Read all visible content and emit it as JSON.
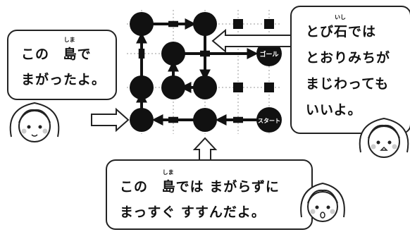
{
  "bubbles": {
    "left": {
      "line1_a": "この",
      "line1_kanji": "島",
      "line1_b": "で",
      "line1_ruby": "しま",
      "line2": "まがったよ。"
    },
    "right": {
      "line1_a": "とび",
      "line1_kanji": "石",
      "line1_b": "では",
      "line1_ruby": "いし",
      "line2": "とおりみちが",
      "line3": "まじわっても",
      "line4": "いいよ。"
    },
    "bottom": {
      "line1_a": "この",
      "line1_kanji": "島",
      "line1_b": "では まがらずに",
      "line1_ruby": "しま",
      "line2": "まっすぐ すすんだよ。"
    }
  },
  "board": {
    "goal_label": "ゴール",
    "start_label": "スタート"
  },
  "colors": {
    "ink": "#111111",
    "grid": "#999999",
    "bubble_border": "#222222",
    "bg": "#ffffff"
  }
}
